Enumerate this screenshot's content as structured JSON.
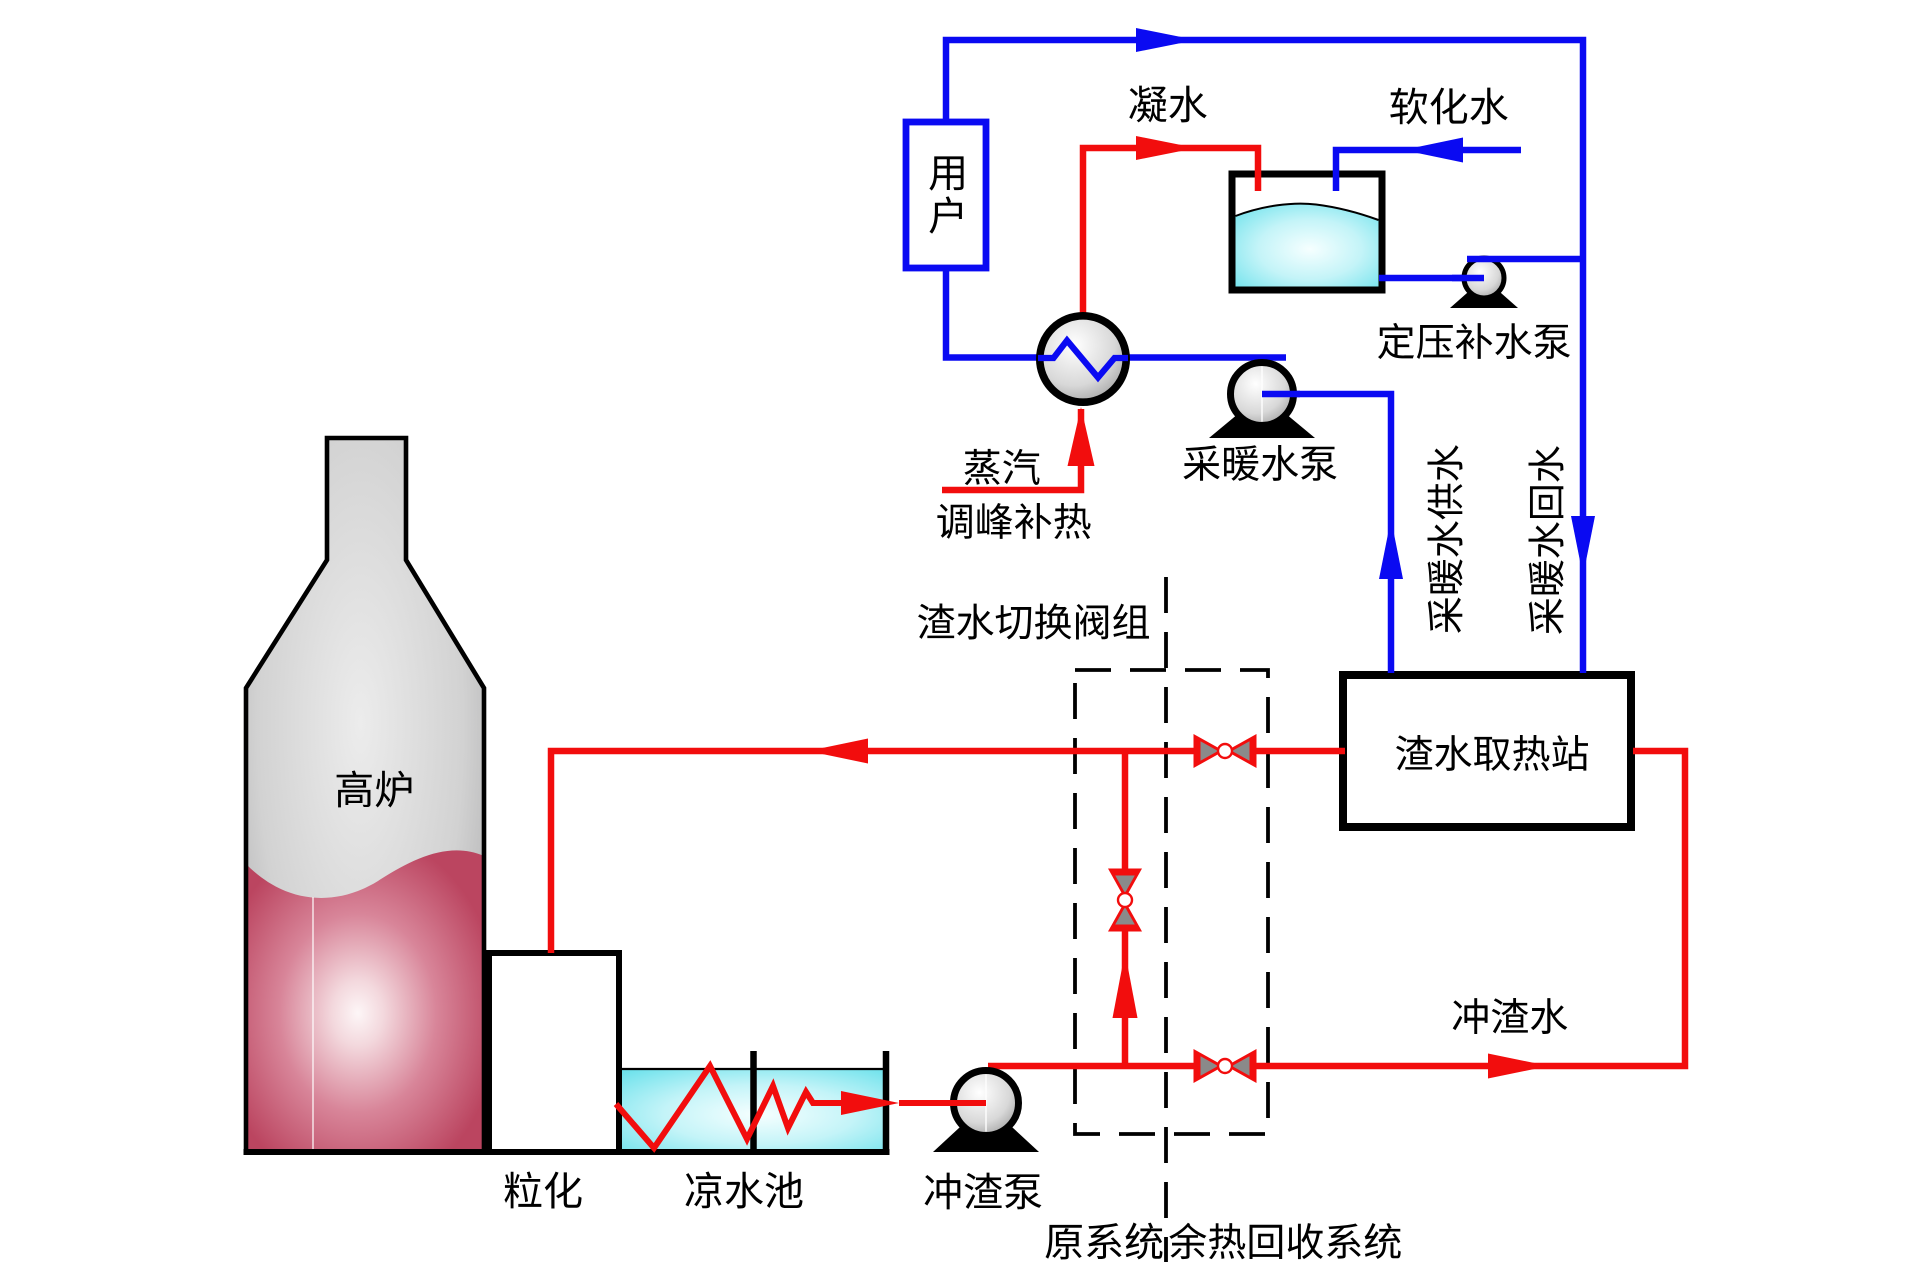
{
  "colors": {
    "pipe_hot_red": "#f20d0d",
    "pipe_cold_blue": "#0a0af2",
    "outline_black": "#000000",
    "equipment_gray": "#8a8a8a",
    "water_cyan": "#7ce6ef",
    "slag_rose": "#c04a62",
    "background": "#ffffff"
  },
  "heating_loop": {
    "user": "用户",
    "condensate": "凝水",
    "softened_water": "软化水",
    "pressure_makeup_pump": "定压补水泵",
    "heating_pump": "采暖水泵",
    "steam": "蒸汽",
    "peak_shaving_heat": "调峰补热",
    "supply_line": "采暖水供水",
    "return_line": "采暖水回水"
  },
  "slag_loop": {
    "valve_group_title": "渣水切换阀组",
    "heat_station": "渣水取热站",
    "flush_water": "冲渣水",
    "blast_furnace": "高炉",
    "granulation": "粒化",
    "cooling_pool": "凉水池",
    "flush_pump": "冲渣泵"
  },
  "system_labels": {
    "original_system": "原系统",
    "recovery_system": "余热回收系统"
  }
}
